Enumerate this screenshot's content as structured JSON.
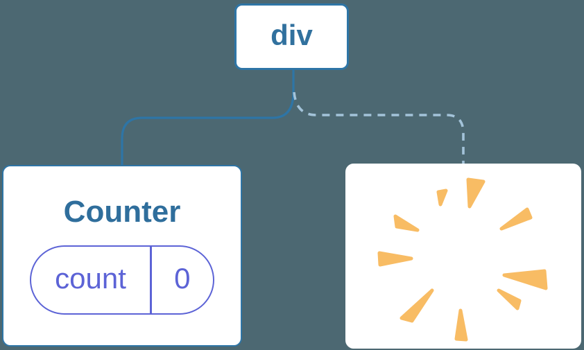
{
  "diagram": {
    "description_colors": {
      "background": "#4C6872",
      "node_background": "#FFFFFF",
      "node_border_blue": "#2E75A6",
      "label_blue": "#31719E",
      "title_blue": "#2F6E9C",
      "state_indigo": "#5C63D6",
      "dashed_edge_blue": "#A3C3D9",
      "poof_orange": "#F8BC64"
    },
    "tree": {
      "root": {
        "label": "div"
      },
      "children": [
        {
          "title": "Counter",
          "state": {
            "key": "count",
            "value": "0"
          },
          "edge_style": "solid"
        },
        {
          "icon": "poof-starburst",
          "edge_style": "dashed"
        }
      ]
    }
  }
}
